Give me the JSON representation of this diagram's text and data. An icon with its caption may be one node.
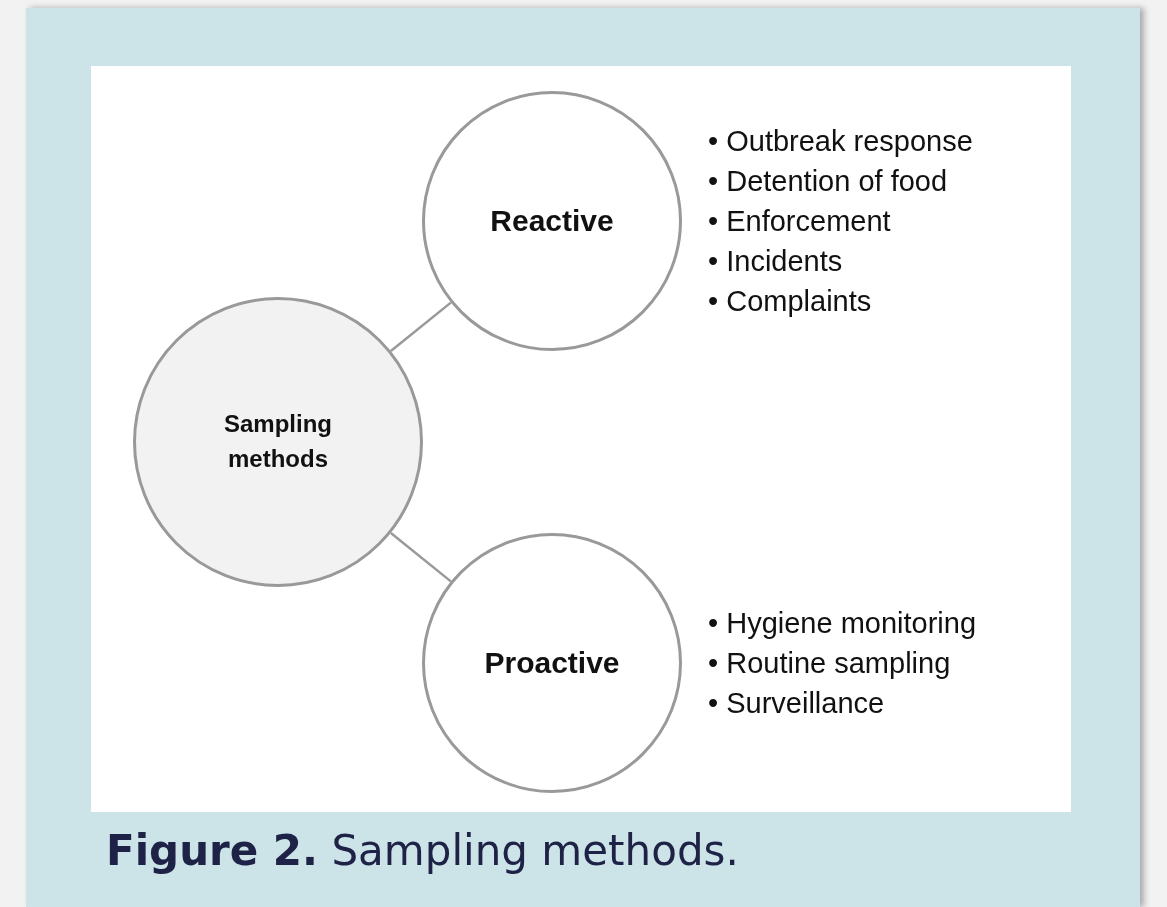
{
  "diagram": {
    "caption": "**Figure 2.** Sampling methods.",
    "nodes": [
      {
        "text": [
          "Sampling methods"
        ]
      },
      {
        "text": [
          "Reactive"
        ],
        "beside": [
          "• Outbreak response",
          "• Detention of food",
          "• Enforcement",
          "• Incidents",
          "• Complaints"
        ]
      },
      {
        "text": [
          "Proactive"
        ],
        "beside": [
          "• Hygiene monitoring",
          "• Routine sampling",
          "• Surveillance"
        ]
      }
    ],
    "edges": [
      {
        "from": 0,
        "to": 1,
        "arrow": "none"
      },
      {
        "from": 0,
        "to": 2,
        "arrow": "none"
      }
    ]
  }
}
